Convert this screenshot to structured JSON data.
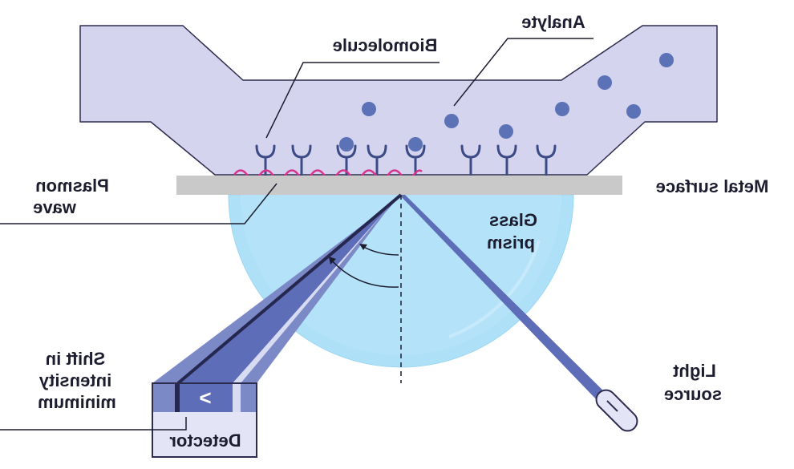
{
  "labels": {
    "analyte": "Analyte",
    "biomolecule": "Biomolecule",
    "plasmon_line1": "Plasmon",
    "plasmon_line2": "wave",
    "metal_surface": "Metal surface",
    "prism_line1": "Glass",
    "prism_line2": "prism",
    "shift_line1": "Shift in",
    "shift_line2": "intensity",
    "shift_line3": "minimum",
    "light_line1": "Light",
    "light_line2": "source",
    "detector": "Detector",
    "detector_symbol": ">"
  },
  "colors": {
    "flow_cell": "#d4d4ef",
    "flow_cell_stroke": "#2c2c4e",
    "analyte": "#5c72b6",
    "receptor": "#3c4a86",
    "plasmon_wave": "#d6328c",
    "metal": "#c9c9c9",
    "prism": "#aee1f8",
    "beam": "#5d6db7",
    "beam_dark": "#25274f",
    "label_text": "#1d1d30"
  }
}
